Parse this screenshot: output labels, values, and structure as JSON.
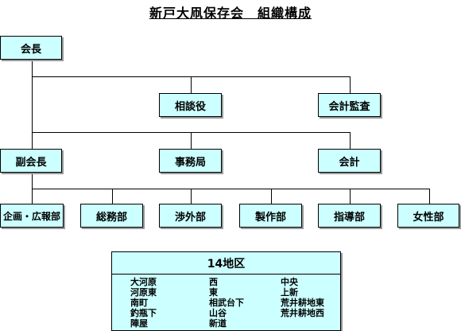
{
  "title": "新戸大凧保存会　組織構成",
  "level1": {
    "president": "会長"
  },
  "level2": {
    "consultant": "相談役",
    "auditor": "会計監査"
  },
  "level3": {
    "vice_president": "副会長",
    "secretariat": "事務局",
    "treasurer": "会計"
  },
  "departments": [
    "企画・広報部",
    "総務部",
    "渉外部",
    "製作部",
    "指導部",
    "女性部"
  ],
  "districts": {
    "title": "14地区",
    "columns": [
      [
        "大河原",
        "河原東",
        "南町",
        "釣瓶下",
        "陣屋"
      ],
      [
        "西",
        "東",
        "相武台下",
        "山谷",
        "新道"
      ],
      [
        "中央",
        "上新",
        "荒井耕地東",
        "荒井耕地西"
      ]
    ]
  },
  "colors": {
    "box_fill": "#ccffff",
    "border": "#000000",
    "shadow": "#9a9a9a"
  }
}
